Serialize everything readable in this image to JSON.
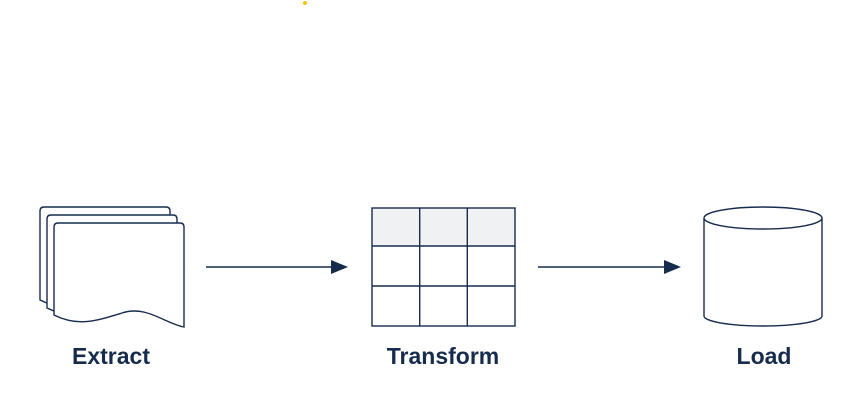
{
  "diagram": {
    "stages": [
      {
        "label": "Extract",
        "icon": "documents-stack-icon"
      },
      {
        "label": "Transform",
        "icon": "table-grid-icon"
      },
      {
        "label": "Load",
        "icon": "database-cylinder-icon"
      }
    ],
    "colors": {
      "stroke": "#172b4d",
      "header_fill": "#f0f1f3",
      "accent_dot": "#f5c518"
    }
  }
}
